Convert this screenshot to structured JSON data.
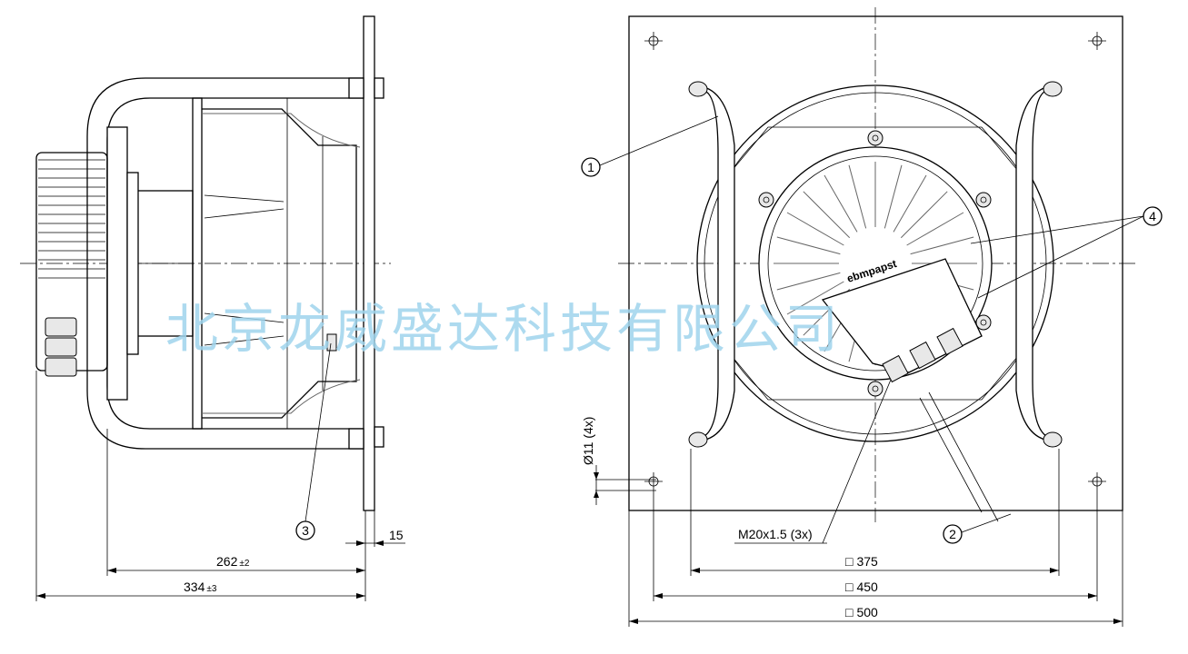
{
  "dimensions": {
    "d262": "262",
    "d262_tol": "±2",
    "d334": "334",
    "d334_tol": "±3",
    "d15": "15",
    "d375": "375",
    "d450": "450",
    "d500": "500",
    "hole": "Ø11 (4x)",
    "thread": "M20x1.5 (3x)"
  },
  "balloons": [
    "1",
    "2",
    "3",
    "4"
  ],
  "square_symbol": "□",
  "brand": "ebmpapst",
  "watermark": "北京龙威盛达科技有限公司"
}
